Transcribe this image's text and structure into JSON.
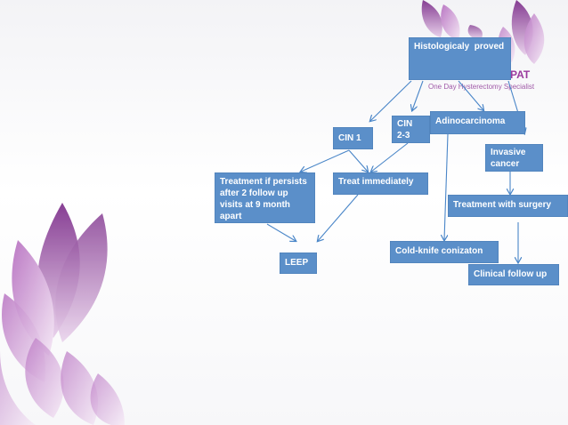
{
  "brand": {
    "name": "PAT",
    "tagline": "One Day Hysterectomy Specialist"
  },
  "nodes": {
    "histology": "Histologicaly  proved",
    "cin1": "CIN 1",
    "cin23": "CIN\n2-3",
    "adeno": "Adinocarcinoma",
    "invasive": "Invasive\ncancer",
    "treatment_persists": "Treatment if persists after 2 follow up visits at 9 month apart",
    "treat_immediately": "Treat immediately",
    "treatment_surgery": "Treatment with surgery",
    "leep": "LEEP",
    "cold_knife": "Cold-knife conizaton",
    "clinical_follow": "Clinical follow up"
  },
  "colors": {
    "box": "#5b8fc9",
    "arrow": "#4a86c8",
    "brand": "#9b3a9e"
  }
}
